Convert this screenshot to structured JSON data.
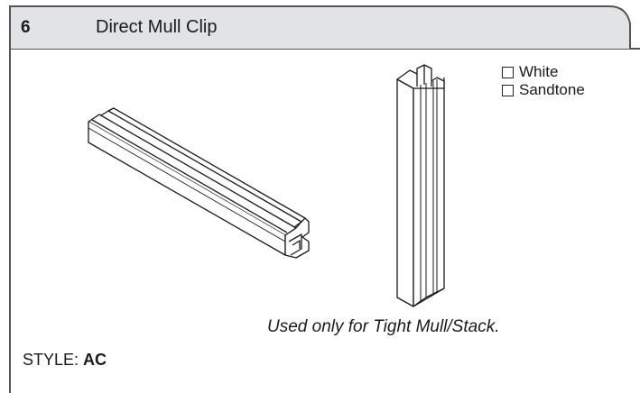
{
  "header": {
    "item_number": "6",
    "title": "Direct Mull Clip"
  },
  "color_options": [
    {
      "label": "White",
      "checked": false
    },
    {
      "label": "Sandtone",
      "checked": false
    }
  ],
  "usage_note": "Used only for Tight Mull/Stack.",
  "style": {
    "label": "STYLE:",
    "value": "AC"
  },
  "colors": {
    "header_fill": "#e2e3e5",
    "border": "#555555"
  },
  "icons": {
    "horizontal_clip": "mull-clip-horizontal-drawing",
    "vertical_clip": "mull-clip-vertical-drawing"
  }
}
